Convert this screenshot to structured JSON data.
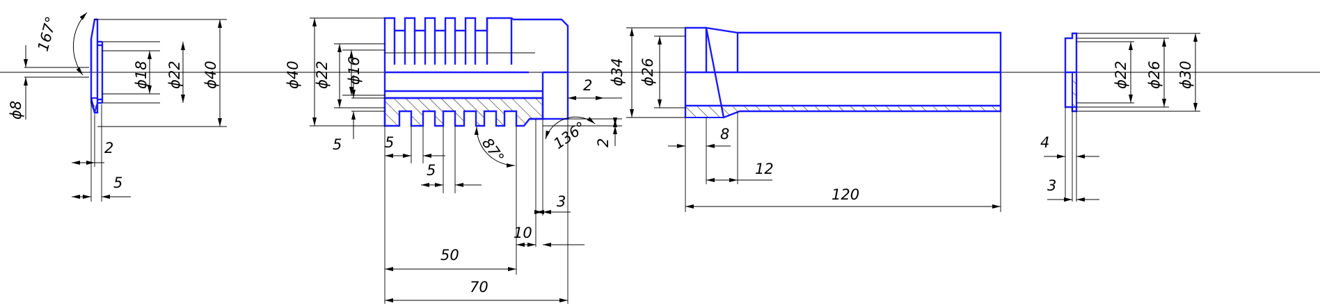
{
  "part1": {
    "angle_label": "167°",
    "diam_small": "ϕ8",
    "diam_18": "ϕ18",
    "diam_22": "ϕ22",
    "diam_40": "ϕ40",
    "dim_2": "2",
    "dim_5": "5"
  },
  "part2": {
    "diam_40": "ϕ40",
    "diam_22": "ϕ22",
    "diam_16": "ϕ16",
    "dim_5_left": "5",
    "dim_5_top": "5",
    "dim_5_mid": "5",
    "dim_2_top": "2",
    "dim_2_side": "2",
    "angle_87": "87°",
    "angle_136": "136°",
    "dim_3": "3",
    "dim_10": "10",
    "dim_50": "50",
    "dim_70": "70"
  },
  "part3": {
    "diam_34": "ϕ34",
    "diam_26": "ϕ26",
    "dim_8": "8",
    "dim_12": "12",
    "dim_120": "120"
  },
  "part4": {
    "diam_22": "ϕ22",
    "diam_26": "ϕ26",
    "diam_30": "ϕ30",
    "dim_4": "4",
    "dim_3": "3"
  }
}
